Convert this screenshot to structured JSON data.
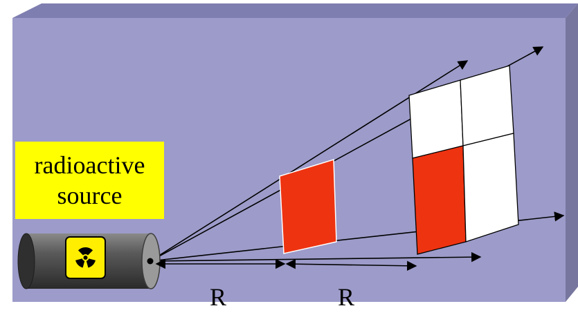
{
  "source_label": {
    "line1": "radioactive",
    "line2": "source"
  },
  "distance_labels": [
    "R",
    "R"
  ],
  "colors": {
    "background_panel": "#9c9bc9",
    "panel_top_edge": "#7f7eb0",
    "panel_right_edge": "#77769f",
    "label_box": "#ffff00",
    "highlight_square": "#ee3311",
    "blank_square": "#ffffff",
    "cylinder": "#4a4a4a",
    "hazard_badge": "#ffee00"
  },
  "icons": [
    "radiation-hazard-icon"
  ]
}
